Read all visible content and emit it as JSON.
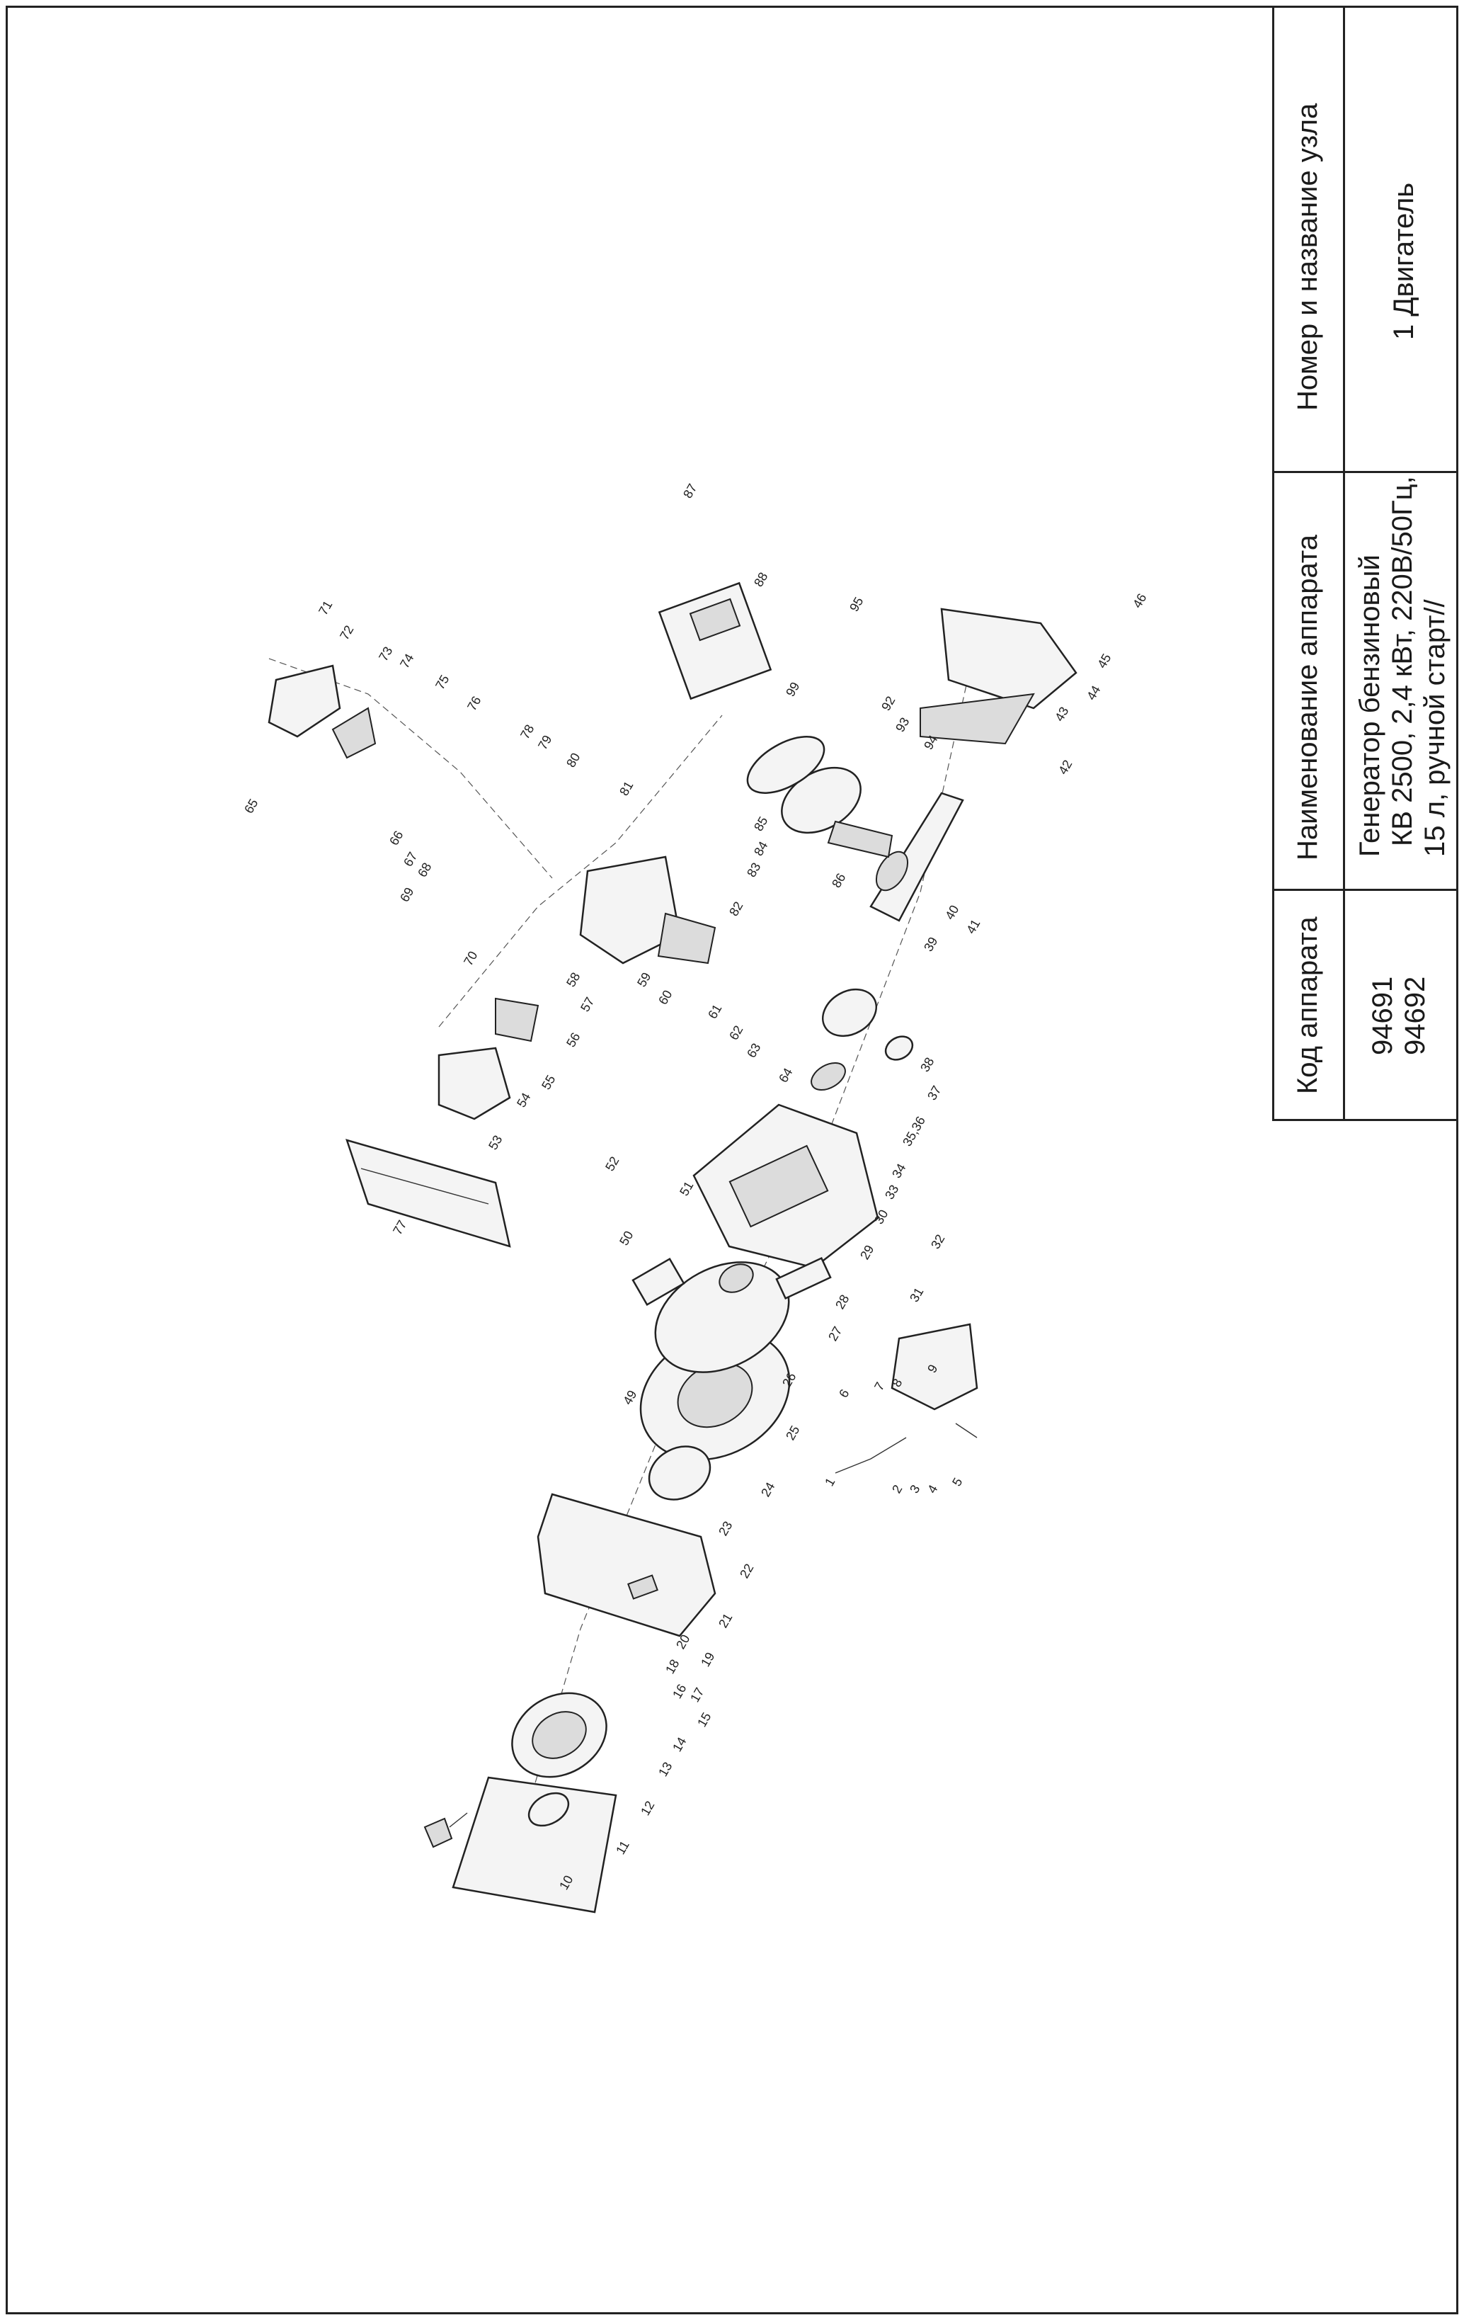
{
  "title_block": {
    "headers": {
      "code": "Код аппарата",
      "name": "Наименование аппарата",
      "unit": "Номер и название узла"
    },
    "codes": [
      "94691",
      "94692"
    ],
    "apparatus_lines": [
      "Генератор бензиновый",
      "КВ 2500, 2,4 кВт, 220В/50Гц,",
      "15 л, ручной старт//"
    ],
    "unit": "1 Двигатель"
  },
  "callouts": [
    "1",
    "2",
    "3",
    "4",
    "5",
    "6",
    "7",
    "8",
    "9",
    "10",
    "11",
    "12",
    "13",
    "14",
    "15",
    "16",
    "17",
    "18",
    "19",
    "20",
    "21",
    "22",
    "23",
    "24",
    "25",
    "26",
    "27",
    "28",
    "29",
    "30",
    "31",
    "32",
    "33",
    "34",
    "35,36",
    "37",
    "38",
    "39",
    "40",
    "41",
    "42",
    "43",
    "44",
    "45",
    "46",
    "49",
    "50",
    "51",
    "52",
    "53",
    "54",
    "55",
    "56",
    "57",
    "58",
    "59",
    "60",
    "61",
    "62",
    "63",
    "64",
    "65",
    "66",
    "67",
    "68",
    "69",
    "70",
    "71",
    "72",
    "73",
    "74",
    "75",
    "76",
    "77",
    "78",
    "79",
    "80",
    "81",
    "82",
    "83",
    "84",
    "85",
    "86",
    "87",
    "88",
    "92",
    "93",
    "94",
    "95",
    "99"
  ]
}
